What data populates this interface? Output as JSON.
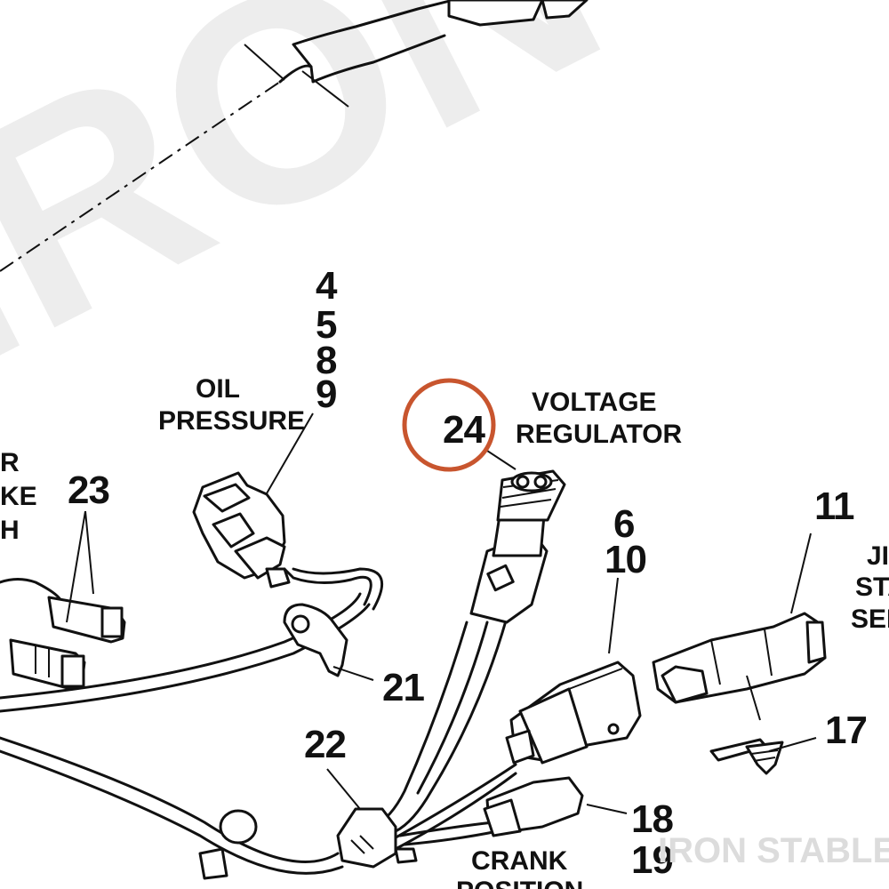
{
  "watermark_big": "IRON STABL",
  "watermark_small": "IRON STABLE",
  "highlight_color": "#C8552E",
  "callouts": {
    "c4": "4",
    "c5": "5",
    "c8": "8",
    "c9": "9",
    "c23": "23",
    "c24": "24",
    "c6": "6",
    "c10": "10",
    "c11": "11",
    "c21": "21",
    "c22": "22",
    "c17": "17",
    "c18": "18",
    "c19": "19"
  },
  "labels": {
    "oil_1": "OIL",
    "oil_2": "PRESSURE",
    "volt_1": "VOLTAGE",
    "volt_2": "REGULATOR",
    "left_1": "R",
    "left_2": "KE",
    "left_3": "H",
    "right_1": "JIF",
    "right_2": "STA",
    "right_3": "SEN",
    "crank_1": "CRANK",
    "crank_2": "POSITION"
  }
}
